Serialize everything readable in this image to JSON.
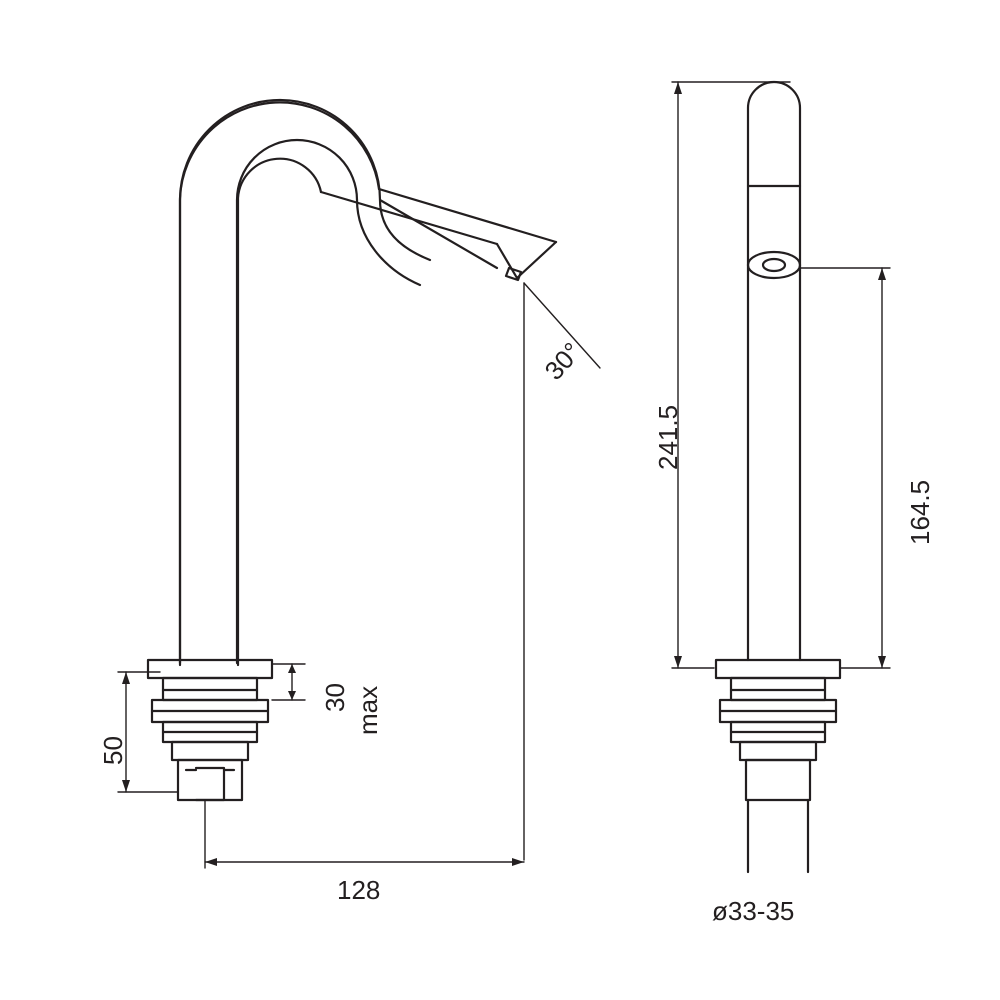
{
  "drawing": {
    "title": "Tap technical dimension drawing",
    "line_color": "#231f20",
    "background": "#ffffff",
    "views": [
      {
        "name": "front-view",
        "description": "Swan-neck basin tap, front elevation"
      },
      {
        "name": "side-view",
        "description": "Tap, side elevation"
      }
    ]
  },
  "dimensions": {
    "angle_spout": "30°",
    "max_thickness_label": "max",
    "max_thickness_value": "30",
    "mount_height": "50",
    "reach": "128",
    "total_height": "241.5",
    "spout_height": "164.5",
    "hole_diameter": "ø33-35"
  }
}
